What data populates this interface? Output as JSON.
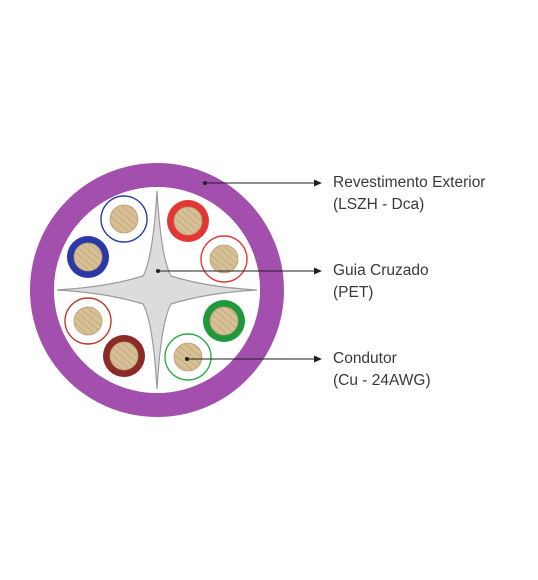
{
  "colors": {
    "jacket": "#a34fae",
    "core": "#ffffff",
    "separator_fill": "#dcdcdc",
    "separator_stroke": "#9a9a9a",
    "copper": "#d7c096",
    "copper_stripe": "#b79e70",
    "leader_line": "#1f1f1f",
    "label_text": "#3a3a3a"
  },
  "conductors": [
    {
      "name": "blue-white",
      "insulation": "#2a39a6",
      "solid": false
    },
    {
      "name": "red",
      "insulation": "#e23634",
      "solid": true
    },
    {
      "name": "blue",
      "insulation": "#2a39a6",
      "solid": true
    },
    {
      "name": "red-white",
      "insulation": "#e23634",
      "solid": false
    },
    {
      "name": "red-white-lower",
      "insulation": "#c0392b",
      "solid": false
    },
    {
      "name": "green",
      "insulation": "#1e9a3c",
      "solid": true
    },
    {
      "name": "brown",
      "insulation": "#8b2a26",
      "solid": true
    },
    {
      "name": "green-white",
      "insulation": "#2eaa4e",
      "solid": false
    }
  ],
  "callouts": {
    "jacket": {
      "line1": "Revestimento Exterior",
      "line2": "(LSZH - Dca)"
    },
    "separator": {
      "line1": "Guia Cruzado",
      "line2": "(PET)"
    },
    "conductor": {
      "line1": "Condutor",
      "line2": "(Cu - 24AWG)"
    }
  }
}
